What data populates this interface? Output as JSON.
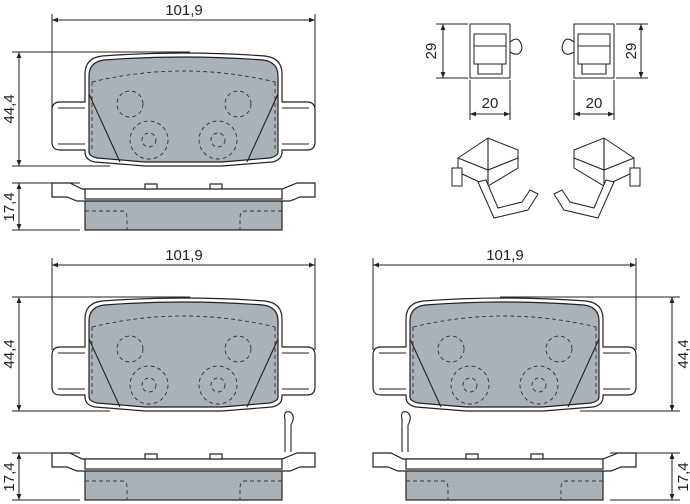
{
  "colors": {
    "friction_material": "#a9b2b9",
    "lines": "#222222"
  },
  "pads": [
    {
      "width": "101,9",
      "height": "44,4",
      "thickness": "17,4"
    },
    {
      "width": "101,9",
      "height": "44,4",
      "thickness": "17,4"
    },
    {
      "width": "101,9",
      "height": "44,4",
      "thickness": "17,4"
    }
  ],
  "clips": {
    "height_left": "29",
    "height_right": "29",
    "width_left": "20",
    "width_right": "20"
  }
}
